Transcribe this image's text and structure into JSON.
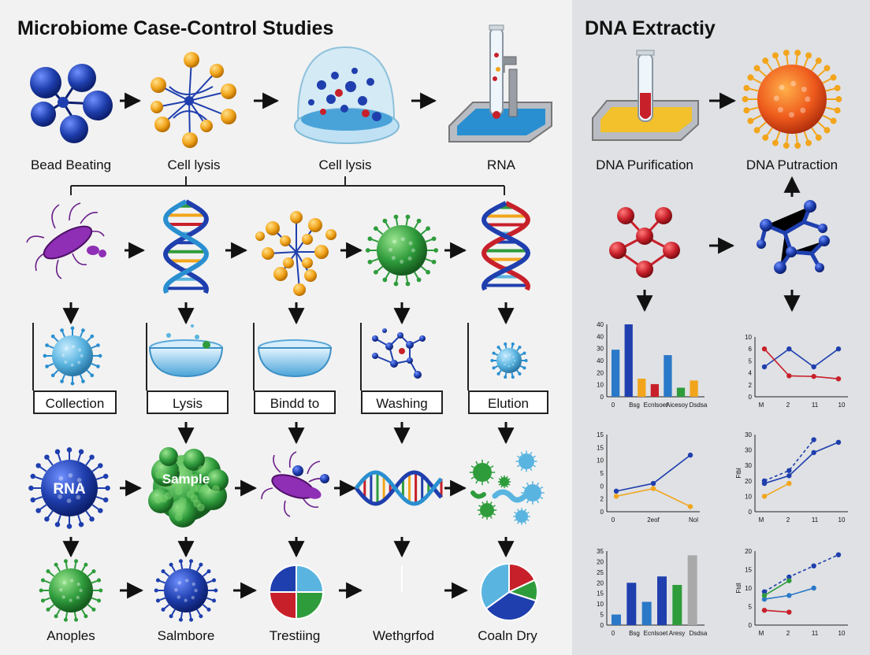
{
  "titles": {
    "left": "Microbiome Case-Control Studies",
    "right": "DNA Extractiy"
  },
  "row1_labels": [
    "Bead Beating",
    "Cell lysis",
    "Cell lysis",
    "RNA",
    "DNA Purification",
    "DNA Putraction"
  ],
  "box_labels": [
    "Collection",
    "Lysis",
    "Bindd to",
    "Washing",
    "Elution"
  ],
  "row4_inner": {
    "virus": "RNA",
    "blob": "Sample"
  },
  "bottom_labels": [
    "Anoples",
    "Salmbore",
    "Trestiing",
    "Wethgrfod",
    "Coaln Dry"
  ],
  "icons": [
    "bead-cluster-icon",
    "molecule-network-icon",
    "petri-dish-icon",
    "test-tube-stand-icon",
    "purification-tray-icon",
    "virus-icon",
    "bacterium-icon",
    "dna-helix-icon",
    "bowl-icon",
    "pie-chart-icon"
  ],
  "colors": {
    "blue": "#1f3fae",
    "orange": "#f2a51c",
    "green": "#2f9c3c",
    "red": "#c8202a",
    "cyan": "#5ab4e0",
    "gray": "#a9a9a9"
  },
  "chart_data": [
    {
      "type": "bar",
      "categories": [
        "0",
        "Bsg",
        "Ecnlsoet",
        "Aicesoy",
        "Dsdsa"
      ],
      "yticks": [
        "40",
        "40",
        "30",
        "40",
        "20",
        "10",
        "0"
      ],
      "ylim": [
        0,
        40
      ],
      "values": [
        26,
        40,
        10,
        7,
        23,
        5,
        9
      ],
      "bar_colors": [
        "#2a78c8",
        "#1f3fae",
        "#f2a51c",
        "#c8202a",
        "#2a78c8",
        "#2f9c3c",
        "#f2a51c"
      ]
    },
    {
      "type": "line",
      "categories": [
        "M",
        "2",
        "11",
        "10"
      ],
      "yticks": [
        "10",
        "6",
        "5",
        "4",
        "2",
        "0"
      ],
      "ylim": [
        0,
        10
      ],
      "series": [
        {
          "color": "#1f3fae",
          "values": [
            5,
            8,
            5,
            8
          ]
        },
        {
          "color": "#c8202a",
          "values": [
            8,
            3.5,
            3.4,
            3
          ]
        }
      ]
    },
    {
      "type": "line",
      "categories": [
        "0",
        "2eof",
        "Nol"
      ],
      "yticks": [
        "15",
        "15",
        "10",
        "5",
        "0",
        "2",
        "0"
      ],
      "ylim": [
        0,
        15
      ],
      "series": [
        {
          "color": "#1f3fae",
          "values": [
            4,
            5.5,
            11
          ]
        },
        {
          "color": "#f2a51c",
          "values": [
            3,
            4.5,
            1
          ]
        }
      ]
    },
    {
      "type": "line",
      "categories": [
        "M",
        "2",
        "11",
        "10"
      ],
      "ylabel": "Ftbl",
      "yticks": [
        "30",
        "30",
        "30",
        "20",
        "10",
        "0"
      ],
      "ylim": [
        0,
        30
      ],
      "series": [
        {
          "color": "#1f3fae",
          "values": [
            11,
            14,
            23,
            27
          ]
        },
        {
          "color": "#1f3fae",
          "dashed": true,
          "values": [
            12,
            16,
            28
          ]
        },
        {
          "color": "#f2a51c",
          "values": [
            6,
            11
          ]
        }
      ]
    },
    {
      "type": "bar",
      "categories": [
        "0",
        "Bsg",
        "Ecnlsoet",
        "Aresy",
        "Dsdsa"
      ],
      "yticks": [
        "35",
        "20",
        "25",
        "20",
        "15",
        "10",
        "5",
        "0"
      ],
      "ylim": [
        0,
        35
      ],
      "values": [
        5,
        20,
        11,
        23,
        19,
        33
      ],
      "bar_colors": [
        "#2a78c8",
        "#1f3fae",
        "#2a78c8",
        "#1f3fae",
        "#2f9c3c",
        "#a9a9a9"
      ]
    },
    {
      "type": "line",
      "categories": [
        "M",
        "2",
        "11",
        "10"
      ],
      "ylabel": "Ftdl",
      "yticks": [
        "20",
        "15",
        "10",
        "5",
        "0"
      ],
      "ylim": [
        0,
        20
      ],
      "series": [
        {
          "color": "#1f3fae",
          "dashed": true,
          "values": [
            9,
            13,
            16,
            19
          ]
        },
        {
          "color": "#2a78c8",
          "values": [
            7,
            8,
            10
          ]
        },
        {
          "color": "#2f9c3c",
          "values": [
            8,
            12
          ]
        },
        {
          "color": "#c8202a",
          "values": [
            4,
            3.5
          ]
        }
      ]
    }
  ]
}
